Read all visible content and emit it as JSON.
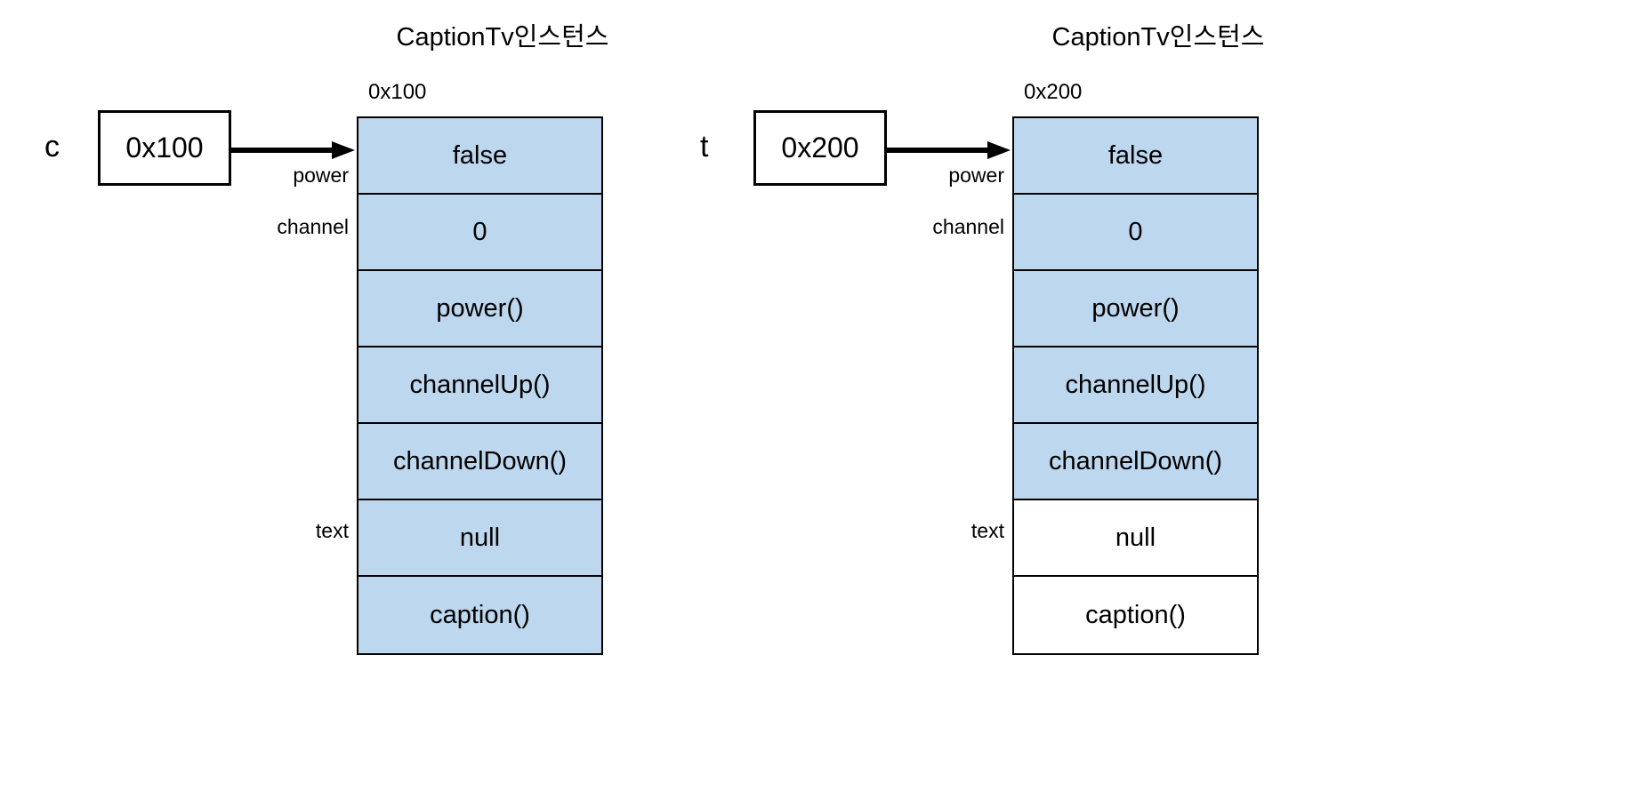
{
  "diagram": {
    "type": "object-memory-diagram",
    "highlight_color": "#bdd7ee",
    "border_color": "#000000",
    "background_color": "#ffffff"
  },
  "instances": [
    {
      "title": "CaptionTv인스턴스",
      "address_label": "0x100",
      "variable_name": "c",
      "reference_value": "0x100",
      "field_labels": {
        "power": "power",
        "channel": "channel",
        "text": "text"
      },
      "rows": [
        {
          "value": "false",
          "filled": true
        },
        {
          "value": "0",
          "filled": true
        },
        {
          "value": "power()",
          "filled": true
        },
        {
          "value": "channelUp()",
          "filled": true
        },
        {
          "value": "channelDown()",
          "filled": true
        },
        {
          "value": "null",
          "filled": true
        },
        {
          "value": "caption()",
          "filled": true
        }
      ]
    },
    {
      "title": "CaptionTv인스턴스",
      "address_label": "0x200",
      "variable_name": "t",
      "reference_value": "0x200",
      "field_labels": {
        "power": "power",
        "channel": "channel",
        "text": "text"
      },
      "rows": [
        {
          "value": "false",
          "filled": true
        },
        {
          "value": "0",
          "filled": true
        },
        {
          "value": "power()",
          "filled": true
        },
        {
          "value": "channelUp()",
          "filled": true
        },
        {
          "value": "channelDown()",
          "filled": true
        },
        {
          "value": "null",
          "filled": false
        },
        {
          "value": "caption()",
          "filled": false
        }
      ]
    }
  ]
}
